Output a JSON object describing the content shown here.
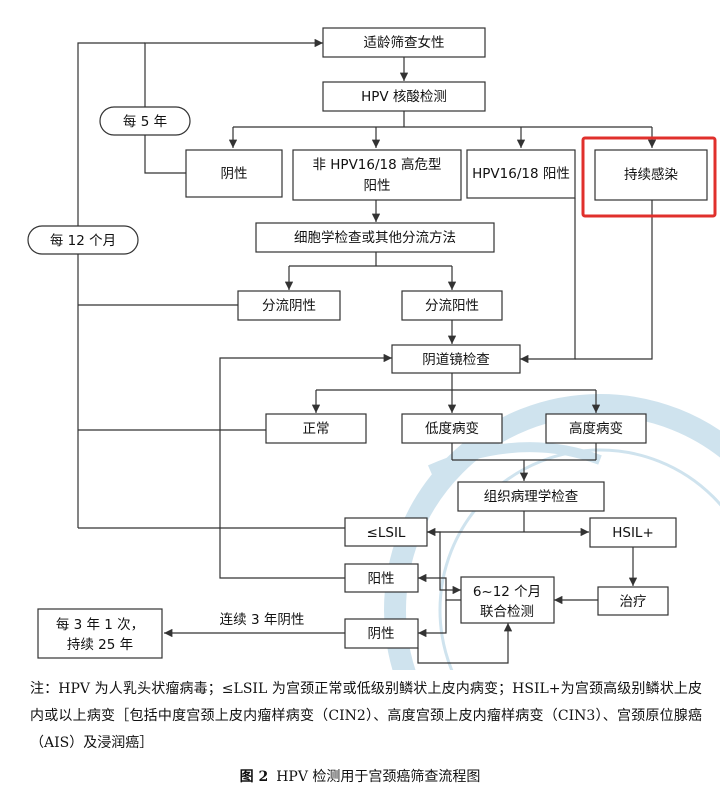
{
  "nodes": {
    "start": "适龄筛查女性",
    "hpv_test": "HPV 核酸检测",
    "negative": "阴性",
    "non1618_l1": "非 HPV16/18 高危型",
    "non1618_l2": "阳性",
    "hpv1618": "HPV16/18 阳性",
    "persistent": "持续感染",
    "cytology": "细胞学检查或其他分流方法",
    "triage_neg": "分流阴性",
    "triage_pos": "分流阳性",
    "colposcopy": "阴道镜检查",
    "normal": "正常",
    "low_grade": "低度病变",
    "high_grade": "高度病变",
    "pathology": "组织病理学检查",
    "lsil": "≤LSIL",
    "hsil": "HSIL+",
    "positive_followup": "阳性",
    "joint_test_l1": "6~12 个月",
    "joint_test_l2": "联合检测",
    "treatment": "治疗",
    "negative_followup": "阴性",
    "every3y_l1": "每 3 年 1 次，",
    "every3y_l2": "持续 25 年"
  },
  "edge_labels": {
    "every_5y": "每 5 年",
    "every_12m": "每 12 个月",
    "three_years_negative": "连续 3 年阴性"
  },
  "highlight_target": "持续感染",
  "note": "注：HPV 为人乳头状瘤病毒；≤LSIL 为宫颈正常或低级别鳞状上皮内病变；HSIL+为宫颈高级别鳞状上皮内或以上病变［包括中度宫颈上皮内瘤样病变（CIN2）、高度宫颈上皮内瘤样病变（CIN3）、宫颈原位腺癌（AIS）及浸润癌］",
  "caption": {
    "label": "图 2",
    "title": "HPV 检测用于宫颈癌筛查流程图"
  },
  "colors": {
    "stroke": "#333333",
    "highlight": "#e0302c",
    "watermark": "#cfe3ee"
  }
}
